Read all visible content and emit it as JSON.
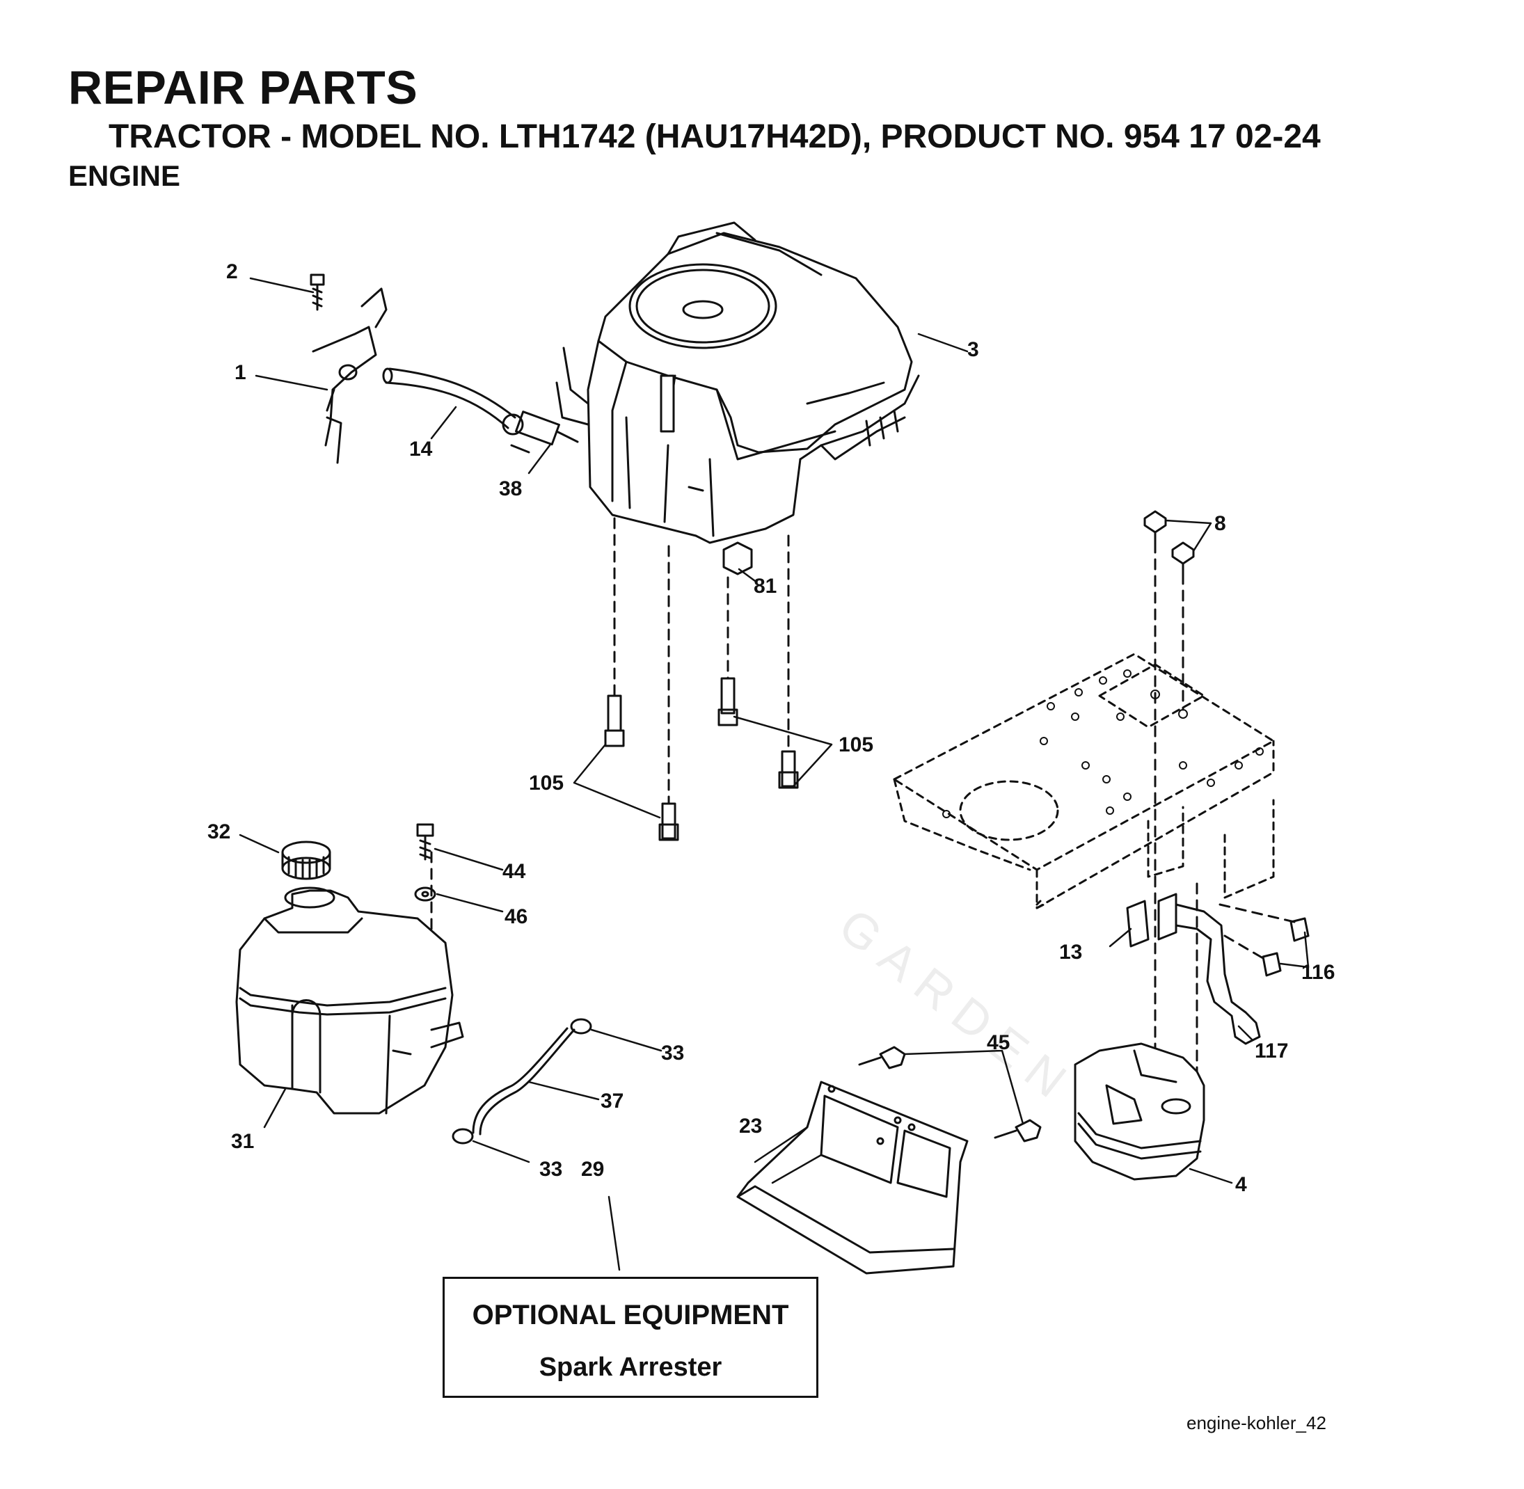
{
  "header": {
    "title": "REPAIR PARTS",
    "subtitle": "TRACTOR - MODEL NO. LTH1742 (HAU17H42D), PRODUCT NO. 954 17 02-24",
    "section": "ENGINE"
  },
  "callouts": {
    "c1": "1",
    "c2": "2",
    "c3": "3",
    "c4": "4",
    "c8": "8",
    "c13": "13",
    "c14": "14",
    "c23": "23",
    "c29": "29",
    "c31": "31",
    "c32": "32",
    "c33a": "33",
    "c33b": "33",
    "c37": "37",
    "c38": "38",
    "c44": "44",
    "c45": "45",
    "c46": "46",
    "c81": "81",
    "c105a": "105",
    "c105b": "105",
    "c116": "116",
    "c117": "117"
  },
  "optional_box": {
    "title": "OPTIONAL EQUIPMENT",
    "subtitle": "Spark Arrester"
  },
  "reference": "engine-kohler_42",
  "watermark": "GARDEN",
  "colors": {
    "ink": "#111111",
    "watermark": "#ededed"
  }
}
